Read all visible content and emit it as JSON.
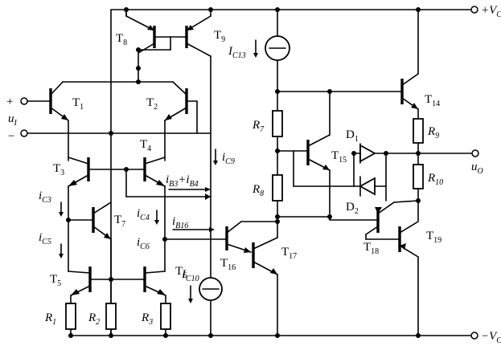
{
  "supply": {
    "pos": "+V",
    "pos_sub": "CC",
    "neg": "−V",
    "neg_sub": "CC"
  },
  "input": {
    "plus": "+",
    "minus": "−",
    "name": "u",
    "sub": "I"
  },
  "output": {
    "name": "u",
    "sub": "O"
  },
  "transistors": {
    "T1": {
      "n": "T",
      "s": "1"
    },
    "T2": {
      "n": "T",
      "s": "2"
    },
    "T3": {
      "n": "T",
      "s": "3"
    },
    "T4": {
      "n": "T",
      "s": "4"
    },
    "T5": {
      "n": "T",
      "s": "5"
    },
    "T6": {
      "n": "T",
      "s": "6"
    },
    "T7": {
      "n": "T",
      "s": "7"
    },
    "T8": {
      "n": "T",
      "s": "8"
    },
    "T9": {
      "n": "T",
      "s": "9"
    },
    "T14": {
      "n": "T",
      "s": "14"
    },
    "T15": {
      "n": "T",
      "s": "15"
    },
    "T16": {
      "n": "T",
      "s": "16"
    },
    "T17": {
      "n": "T",
      "s": "17"
    },
    "T18": {
      "n": "T",
      "s": "18"
    },
    "T19": {
      "n": "T",
      "s": "19"
    }
  },
  "resistors": {
    "R1": {
      "n": "R",
      "s": "1"
    },
    "R2": {
      "n": "R",
      "s": "2"
    },
    "R3": {
      "n": "R",
      "s": "3"
    },
    "R7": {
      "n": "R",
      "s": "7"
    },
    "R8": {
      "n": "R",
      "s": "8"
    },
    "R9": {
      "n": "R",
      "s": "9"
    },
    "R10": {
      "n": "R",
      "s": "10"
    }
  },
  "diodes": {
    "D1": {
      "n": "D",
      "s": "1"
    },
    "D2": {
      "n": "D",
      "s": "2"
    }
  },
  "currents": {
    "IC13": {
      "n": "I",
      "s": "C13"
    },
    "IC10": {
      "n": "I",
      "s": "C10"
    },
    "iC9": {
      "n": "i",
      "s": "C9"
    },
    "iC3": {
      "n": "i",
      "s": "C3"
    },
    "iC5": {
      "n": "i",
      "s": "C5"
    },
    "iC4": {
      "n": "i",
      "s": "C4"
    },
    "iC6": {
      "n": "i",
      "s": "C6"
    },
    "iB16": {
      "n": "i",
      "s": "B16"
    },
    "iB3": {
      "n": "i",
      "s": "B3"
    },
    "plus": "+",
    "iB4": {
      "n": "i",
      "s": "B4"
    }
  }
}
